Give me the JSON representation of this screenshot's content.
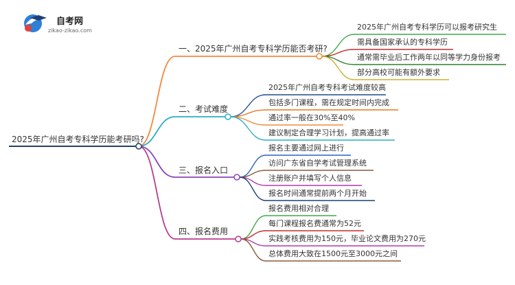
{
  "logo": {
    "name": "自考网",
    "domain": "zikao-zikao.com"
  },
  "root": {
    "label": "2025年广州自考专科学历能考研吗?"
  },
  "branches": [
    {
      "label": "一、2025年广州自考专科学历能否考研?",
      "color": "#f0883a",
      "leaves": [
        {
          "label": "2025年广州自考专科学历可以报考研究生",
          "color": "#3ea843"
        },
        {
          "label": "需具备国家承认的专科学历",
          "color": "#c62a2a"
        },
        {
          "label": "通常需毕业后工作两年以同等学力身份报考",
          "color": "#2f7f2f"
        },
        {
          "label": "部分高校可能有额外要求",
          "color": "#c8b230"
        }
      ]
    },
    {
      "label": "二、考试难度",
      "color": "#2aaec4",
      "leaves": [
        {
          "label": "2025年广州自考专科考试难度较高",
          "color": "#1a4a8c"
        },
        {
          "label": "包括多门课程，需在规定时间内完成",
          "color": "#e07a1f"
        },
        {
          "label": "通过率一般在30%至40%",
          "color": "#f0883a"
        },
        {
          "label": "建议制定合理学习计划，提高通过率",
          "color": "#2aaec4"
        }
      ]
    },
    {
      "label": "三、报名入口",
      "color": "#8a44b8",
      "leaves": [
        {
          "label": "报名主要通过网上进行",
          "color": "#2a62c4"
        },
        {
          "label": "访问广东省自学考试管理系统",
          "color": "#8a5a3a"
        },
        {
          "label": "注册账户并填写个人信息",
          "color": "#b03ab0"
        },
        {
          "label": "报名时间通常提前两个月开始",
          "color": "#1a3e7a"
        }
      ]
    },
    {
      "label": "四、报名费用",
      "color": "#b83a8e",
      "leaves": [
        {
          "label": "报名费用相对合理",
          "color": "#3ea843"
        },
        {
          "label": "每门课程报名费通常为52元",
          "color": "#c62a2a"
        },
        {
          "label": "实践考核费用为150元，毕业论文费用为270元",
          "color": "#b03ab0"
        },
        {
          "label": "总体费用大致在1500元至3000元之间",
          "color": "#8a5a3a"
        }
      ]
    }
  ]
}
